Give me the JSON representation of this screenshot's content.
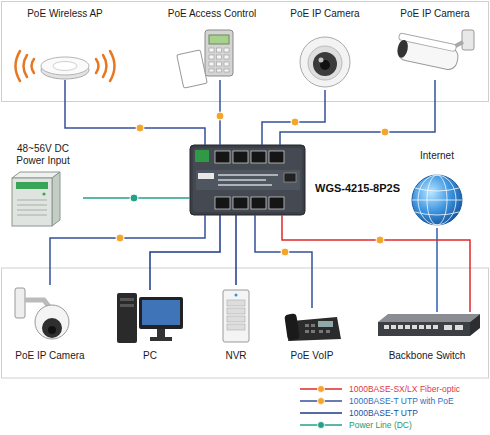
{
  "diagram": {
    "nodes": [
      {
        "text": [
          "PoE Wireless AP"
        ]
      },
      {
        "text": [
          "PoE Access Control"
        ]
      },
      {
        "text": [
          "PoE IP Camera"
        ]
      },
      {
        "text": [
          "PoE IP Camera"
        ]
      },
      {
        "text": [
          "48~56V DC Power Input"
        ]
      },
      {
        "text": [
          "WGS-4215-8P2S"
        ]
      },
      {
        "text": [
          "Internet"
        ]
      },
      {
        "text": [
          "PoE IP Camera"
        ]
      },
      {
        "text": [
          "PC"
        ]
      },
      {
        "text": [
          "NVR"
        ]
      },
      {
        "text": [
          "PoE VoIP"
        ]
      },
      {
        "text": [
          "Backbone Switch"
        ]
      }
    ],
    "edges": [
      {
        "from": 0,
        "to": 5,
        "arrow": "none"
      },
      {
        "from": 1,
        "to": 5,
        "arrow": "none"
      },
      {
        "from": 2,
        "to": 5,
        "arrow": "none"
      },
      {
        "from": 3,
        "to": 5,
        "arrow": "none"
      },
      {
        "from": 4,
        "to": 5,
        "arrow": "none"
      },
      {
        "from": 6,
        "to": 11,
        "arrow": "none"
      },
      {
        "from": 5,
        "to": 7,
        "arrow": "none"
      },
      {
        "from": 5,
        "to": 8,
        "arrow": "none"
      },
      {
        "from": 5,
        "to": 9,
        "arrow": "none"
      },
      {
        "from": 5,
        "to": 10,
        "arrow": "none"
      },
      {
        "from": 5,
        "to": 11,
        "arrow": "none"
      }
    ],
    "legend": [
      {
        "text": "1000BASE-SX/LX Fiber-optic"
      },
      {
        "text": "1000BASE-T UTP with PoE"
      },
      {
        "text": "1000BASE-T UTP"
      },
      {
        "text": "Power Line (DC)"
      }
    ]
  }
}
